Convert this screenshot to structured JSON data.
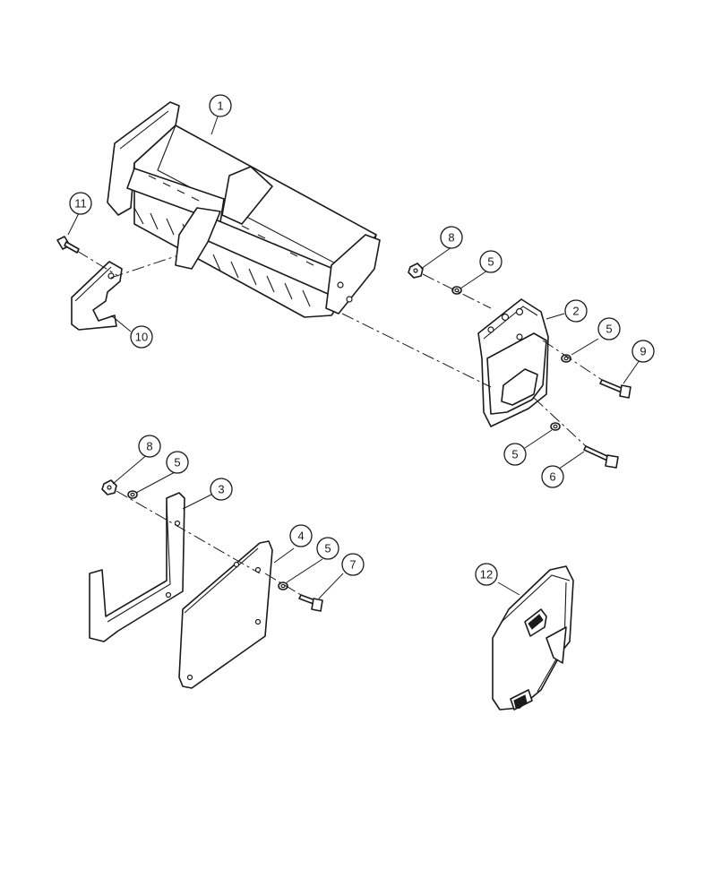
{
  "diagram": {
    "callouts": [
      {
        "id": "c1",
        "label": "1"
      },
      {
        "id": "c2",
        "label": "2"
      },
      {
        "id": "c3",
        "label": "3"
      },
      {
        "id": "c4",
        "label": "4"
      },
      {
        "id": "c5a",
        "label": "5"
      },
      {
        "id": "c5b",
        "label": "5"
      },
      {
        "id": "c5c",
        "label": "5"
      },
      {
        "id": "c5d",
        "label": "5"
      },
      {
        "id": "c5e",
        "label": "5"
      },
      {
        "id": "c6",
        "label": "6"
      },
      {
        "id": "c7",
        "label": "7"
      },
      {
        "id": "c8a",
        "label": "8"
      },
      {
        "id": "c8b",
        "label": "8"
      },
      {
        "id": "c9",
        "label": "9"
      },
      {
        "id": "c10",
        "label": "10"
      },
      {
        "id": "c11",
        "label": "11"
      },
      {
        "id": "c12",
        "label": "12"
      }
    ]
  }
}
